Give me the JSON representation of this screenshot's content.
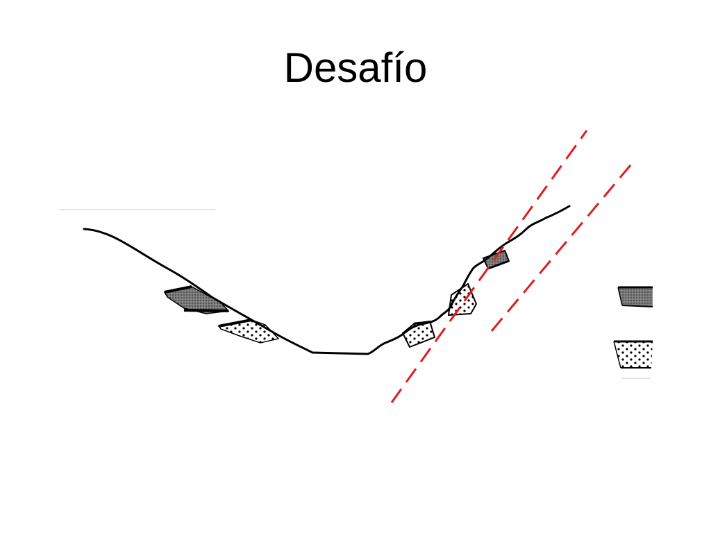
{
  "slide": {
    "title": "Desafío"
  },
  "diagram": {
    "description_colors": {
      "terrain_line": "#000000",
      "fault_lines": "#e01b1b",
      "dark_stratum_fill": "#6e6e6e",
      "dotted_stratum_fill": "#ffffff",
      "stipple_dots": "#000000"
    },
    "fault_line_count": 2,
    "legend_item_count": 2
  }
}
